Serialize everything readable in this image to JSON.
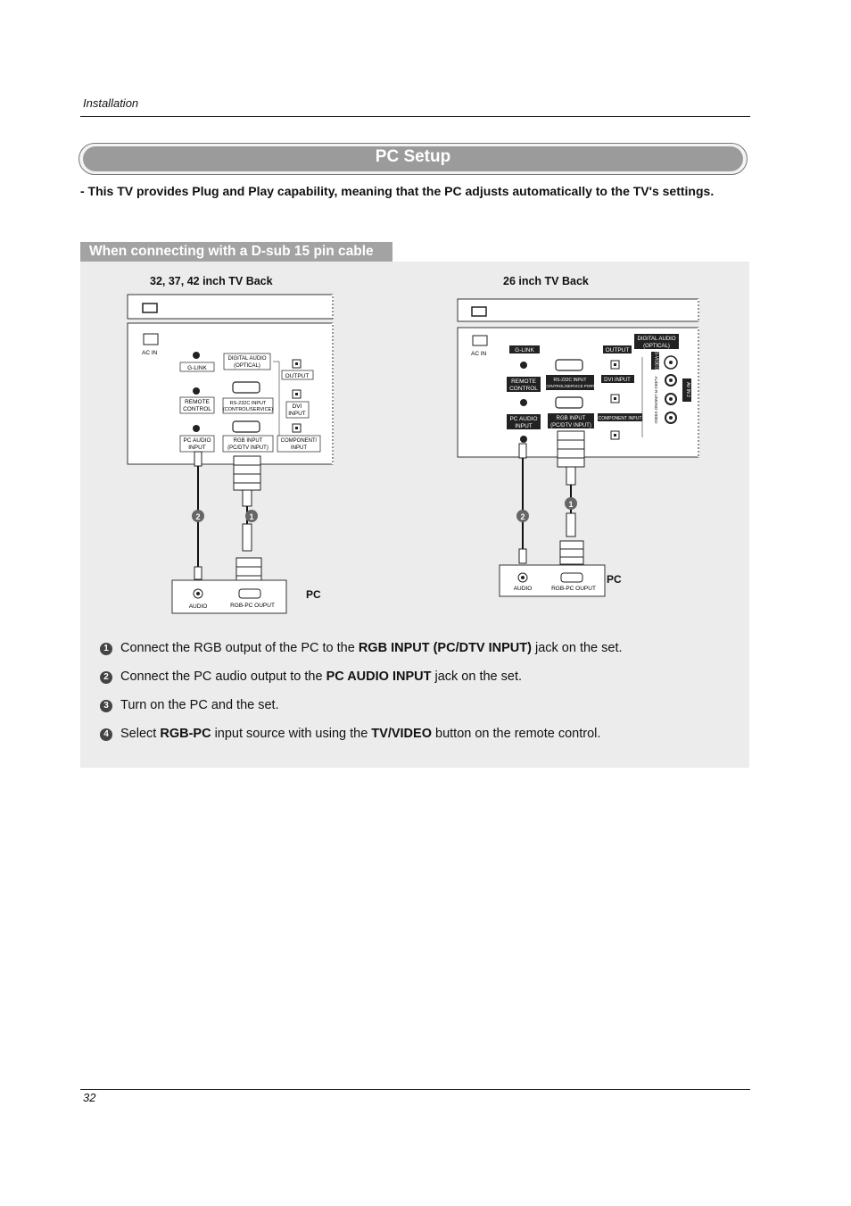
{
  "header": {
    "section": "Installation"
  },
  "title": "PC Setup",
  "intro": "-  This TV provides Plug and Play capability, meaning that the PC adjusts automatically to the TV's settings.",
  "subsection": "When connecting with a D-sub 15 pin cable",
  "diagram_left": {
    "title": "32, 37, 42 inch TV Back",
    "ac_in": "AC IN",
    "g_link": "G-LINK",
    "remote": [
      "REMOTE",
      "CONTROL"
    ],
    "pc_audio": [
      "PC AUDIO",
      "INPUT"
    ],
    "digital_audio": [
      "DIGITAL AUDIO",
      "(OPTICAL)"
    ],
    "rs232c": [
      "RS-232C INPUT",
      "(CONTROL/SERVICE)"
    ],
    "rgb_input": [
      "RGB INPUT",
      "(PC/DTV INPUT)"
    ],
    "output": "OUTPUT",
    "dvi": [
      "DVI",
      "INPUT"
    ],
    "component": [
      "COMPONENT/",
      "INPUT"
    ],
    "cable_audio_num": "2",
    "cable_rgb_num": "1",
    "pc_audio_port": "AUDIO",
    "pc_rgb_port": "RGB-PC OUPUT",
    "pc_label": "PC"
  },
  "diagram_right": {
    "title": "26 inch TV Back",
    "ac_in": "AC IN",
    "g_link": "G-LINK",
    "remote": [
      "REMOTE",
      "CONTROL"
    ],
    "pc_audio": [
      "PC AUDIO",
      "INPUT"
    ],
    "digital_audio": [
      "DIGITAL AUDIO",
      "(OPTICAL)"
    ],
    "rs232c": [
      "RS-232C INPUT",
      "(CONTROL/SERVICE PORT)"
    ],
    "rgb_input": [
      "RGB INPUT",
      "(PC/DTV INPUT)"
    ],
    "output": "OUTPUT",
    "dvi": "DVI INPUT",
    "component": "COMPONENT INPUT",
    "s_video": "S-VIDEO",
    "av_side": "AUDIO  R  L/MONO  VIDEO",
    "av_in": "AV IN 2",
    "cable_audio_num": "2",
    "cable_rgb_num": "1",
    "pc_audio_port": "AUDIO",
    "pc_rgb_port": "RGB-PC OUPUT",
    "pc_label": "PC"
  },
  "steps": [
    {
      "num": "1",
      "pre": "Connect the RGB output of the PC to the ",
      "bold": "RGB INPUT (PC/DTV INPUT)",
      "post": " jack on the set."
    },
    {
      "num": "2",
      "pre": "Connect the PC audio output to the ",
      "bold": "PC AUDIO INPUT",
      "post": " jack on the set."
    },
    {
      "num": "3",
      "pre": "Turn on the PC and the set.",
      "bold": "",
      "post": ""
    },
    {
      "num": "4",
      "pre": "Select ",
      "bold": "RGB-PC",
      "mid": " input source with using the ",
      "bold2": "TV/VIDEO",
      "post": " button on the remote control."
    }
  ],
  "footer": {
    "page": "32"
  },
  "colors": {
    "banner": "#9b9b9b",
    "tab": "#a3a3a3",
    "panel": "#ececec"
  }
}
